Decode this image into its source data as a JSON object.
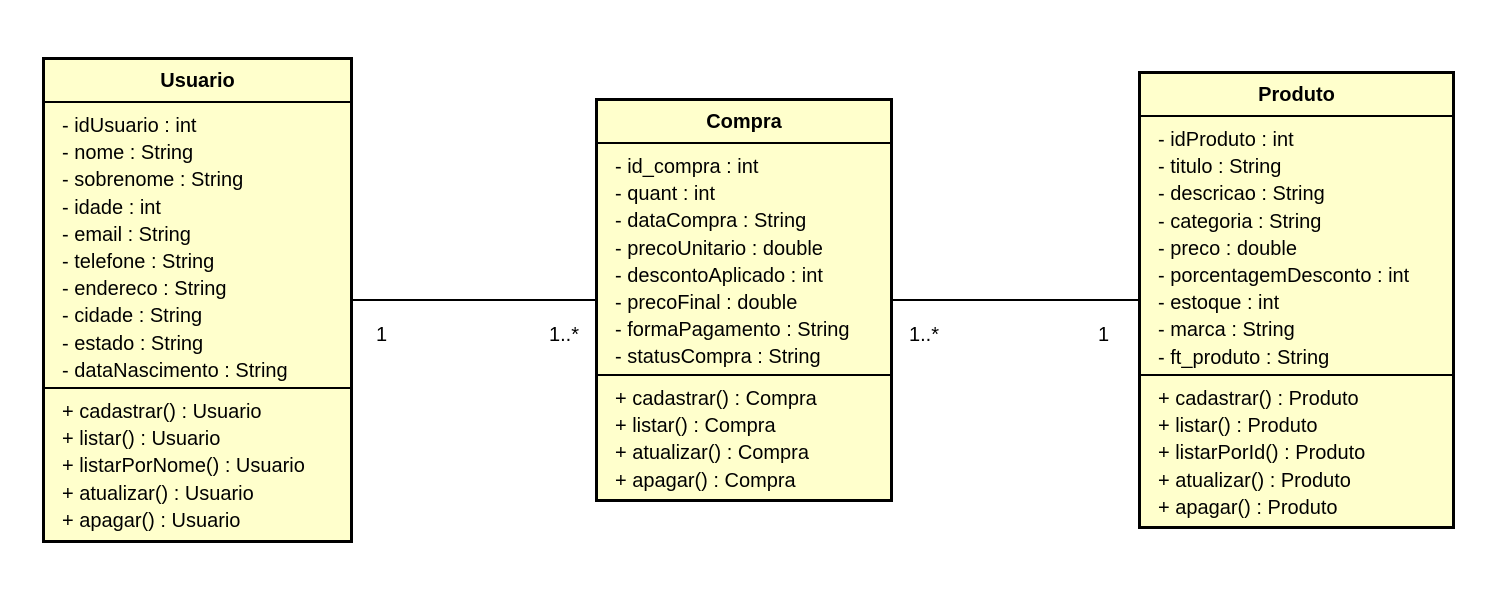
{
  "diagram": {
    "classes": [
      {
        "id": "usuario",
        "name": "Usuario",
        "attributes": [
          "- idUsuario : int",
          "- nome : String",
          "- sobrenome : String",
          "- idade : int",
          "- email : String",
          "- telefone : String",
          "- endereco : String",
          "- cidade : String",
          "- estado : String",
          "- dataNascimento : String"
        ],
        "methods": [
          "+ cadastrar() : Usuario",
          "+ listar() : Usuario",
          "+ listarPorNome() : Usuario",
          "+ atualizar() : Usuario",
          "+ apagar() : Usuario"
        ]
      },
      {
        "id": "compra",
        "name": "Compra",
        "attributes": [
          "- id_compra : int",
          "- quant : int",
          "- dataCompra : String",
          "- precoUnitario : double",
          "- descontoAplicado : int",
          "- precoFinal : double",
          "- formaPagamento : String",
          "- statusCompra : String"
        ],
        "methods": [
          "+ cadastrar() : Compra",
          "+ listar() : Compra",
          "+ atualizar() : Compra",
          "+ apagar() : Compra"
        ]
      },
      {
        "id": "produto",
        "name": "Produto",
        "attributes": [
          "- idProduto : int",
          "- titulo : String",
          "- descricao : String",
          "- categoria : String",
          "- preco : double",
          "- porcentagemDesconto : int",
          "- estoque : int",
          "- marca : String",
          "- ft_produto : String"
        ],
        "methods": [
          "+ cadastrar() : Produto",
          "+ listar() : Produto",
          "+ listarPorId() : Produto",
          "+ atualizar() : Produto",
          "+ apagar() : Produto"
        ]
      }
    ],
    "associations": [
      {
        "from": "usuario",
        "to": "compra",
        "from_multiplicity": "1",
        "to_multiplicity": "1..*"
      },
      {
        "from": "compra",
        "to": "produto",
        "from_multiplicity": "1..*",
        "to_multiplicity": "1"
      }
    ],
    "colors": {
      "class_fill": "#ffffcc",
      "line": "#000000",
      "background": "#ffffff"
    }
  }
}
